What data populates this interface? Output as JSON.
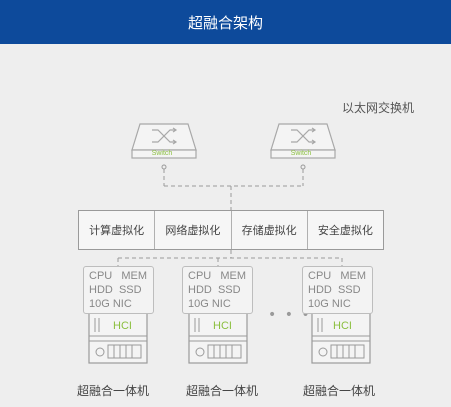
{
  "header": {
    "title": "超融合架构"
  },
  "network": {
    "caption": "以太网交换机",
    "switches": [
      {
        "label": "Switch"
      },
      {
        "label": "Switch"
      }
    ]
  },
  "virtualization": [
    {
      "label": "计算虚拟化"
    },
    {
      "label": "网络虚拟化"
    },
    {
      "label": "存储虚拟化"
    },
    {
      "label": "安全虚拟化"
    }
  ],
  "nodes": [
    {
      "spec_line1": "CPU   MEM",
      "spec_line2": "HDD  SSD",
      "spec_line3": "10G NIC",
      "hci_label": "HCI",
      "name": "超融合一体机"
    },
    {
      "spec_line1": "CPU   MEM",
      "spec_line2": "HDD  SSD",
      "spec_line3": "10G NIC",
      "hci_label": "HCI",
      "name": "超融合一体机"
    },
    {
      "spec_line1": "CPU   MEM",
      "spec_line2": "HDD  SSD",
      "spec_line3": "10G NIC",
      "hci_label": "HCI",
      "name": "超融合一体机"
    }
  ],
  "ellipsis": "• • •",
  "colors": {
    "header_bg": "#0d4a9b",
    "accent_green": "#8bbf3f",
    "line_gray": "#9a9a9a"
  }
}
